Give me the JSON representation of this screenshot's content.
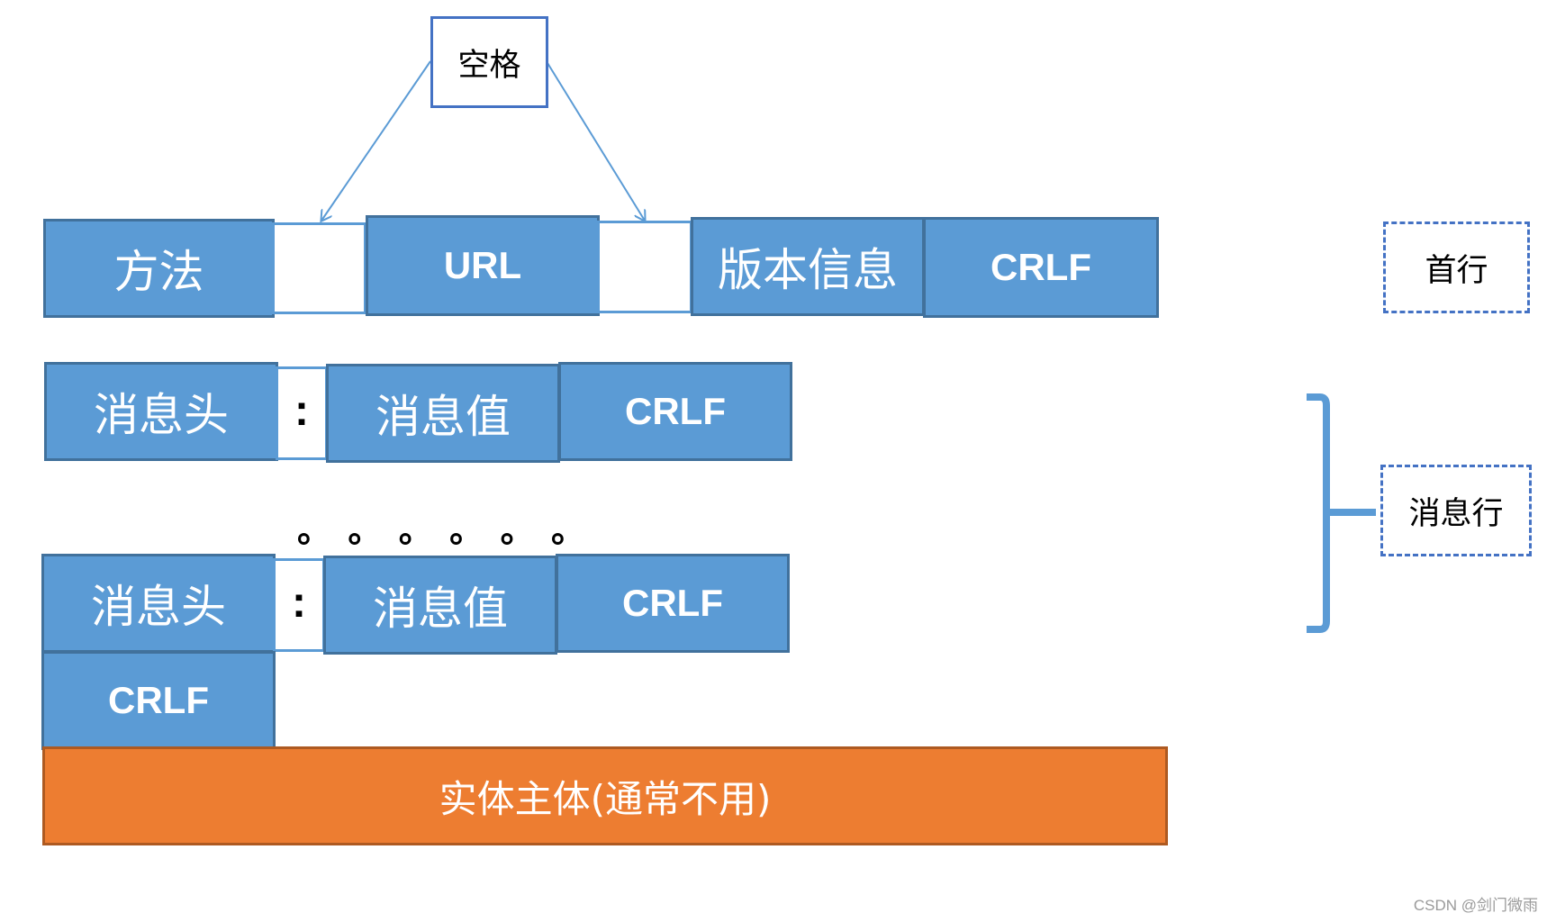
{
  "space_label": "空格",
  "first_line": {
    "method": "方法",
    "url": "URL",
    "version": "版本信息",
    "crlf": "CRLF"
  },
  "header_row_1": {
    "name": "消息头",
    "colon": ":",
    "value": "消息值",
    "crlf": "CRLF"
  },
  "ellipsis": [
    "。",
    "。",
    "。",
    "。",
    "。",
    "。"
  ],
  "header_row_2": {
    "name": "消息头",
    "colon": ":",
    "value": "消息值",
    "crlf": "CRLF"
  },
  "blank_line_crlf": "CRLF",
  "entity_body": "实体主体(通常不用)",
  "legend": {
    "first_line": "首行",
    "message_lines": "消息行"
  },
  "watermark": "CSDN @剑门微雨",
  "colors": {
    "field_fill": "#5b9bd5",
    "field_border": "#41719c",
    "entity_fill": "#ed7d31",
    "arrow": "#5b9bd5",
    "dashed_border": "#4472c4"
  }
}
